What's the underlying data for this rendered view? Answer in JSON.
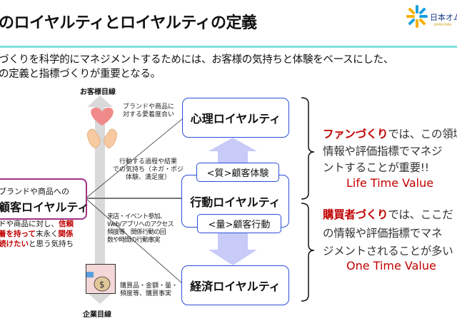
{
  "header": {
    "title": "のロイヤルティとロイヤルティの定義",
    "logo_text": "日本オム",
    "logo_subtext": "JAPAN OMNI",
    "subtitle_lines": [
      "づくりを科学的にマネジメントするためには、お客様の気持ちと体験をベースにした、",
      "の定義と指標づくりが重要となる。"
    ]
  },
  "axis": {
    "top_label": "お客様目線",
    "bottom_label": "企業目線"
  },
  "left_box": {
    "line1": "ブランドや商品への",
    "line2": "顧客ロイヤルティ"
  },
  "left_desc": {
    "l1a": "ドや商品に対し、",
    "l1b": "信頼",
    "l2a": "着を持って",
    "l2b": "末永く",
    "l2c": "関係",
    "l3a": "続けたい",
    "l3b": "と思う気持ち"
  },
  "annotations": {
    "psych": [
      "ブランドや商品に",
      "対する愛着度合い"
    ],
    "experience": [
      "行動する過程や結果",
      "での気持ち（ネガ・ポジ",
      "体験、満足度）"
    ],
    "behavior": [
      "来店・イベント参加、",
      "Web/アプリへのアクセス",
      "頻度等、関係行動の回",
      "数や時間の行動事実"
    ],
    "purchase": [
      "購買品・金額・量・",
      "頻度等、購買事実"
    ]
  },
  "boxes": {
    "psychological": "心理ロイヤルティ",
    "behavioral": "行動ロイヤルティ",
    "economic": "経済ロイヤルティ",
    "quality_tab": "<質>顧客体験",
    "quantity_tab": "<量>顧客行動"
  },
  "right": {
    "fan": {
      "highlight": "ファンづくり",
      "lines": [
        "では、この領域",
        "情報や評価指標でマネジ",
        "ントすることが重要!!"
      ],
      "value": "Life Time Value"
    },
    "buyer": {
      "highlight": "購買者づくり",
      "lines": [
        "では、ここだ",
        "の情報や評価指標でマネ",
        "ジメントされることが多い"
      ],
      "value": "One Time Value"
    }
  },
  "colors": {
    "accent_rule": "#7fe0e0",
    "box_border": "#2b4fd8",
    "left_box_border": "#a0308a",
    "red": "#c00000",
    "arrow_fill": "#c8caf8"
  }
}
